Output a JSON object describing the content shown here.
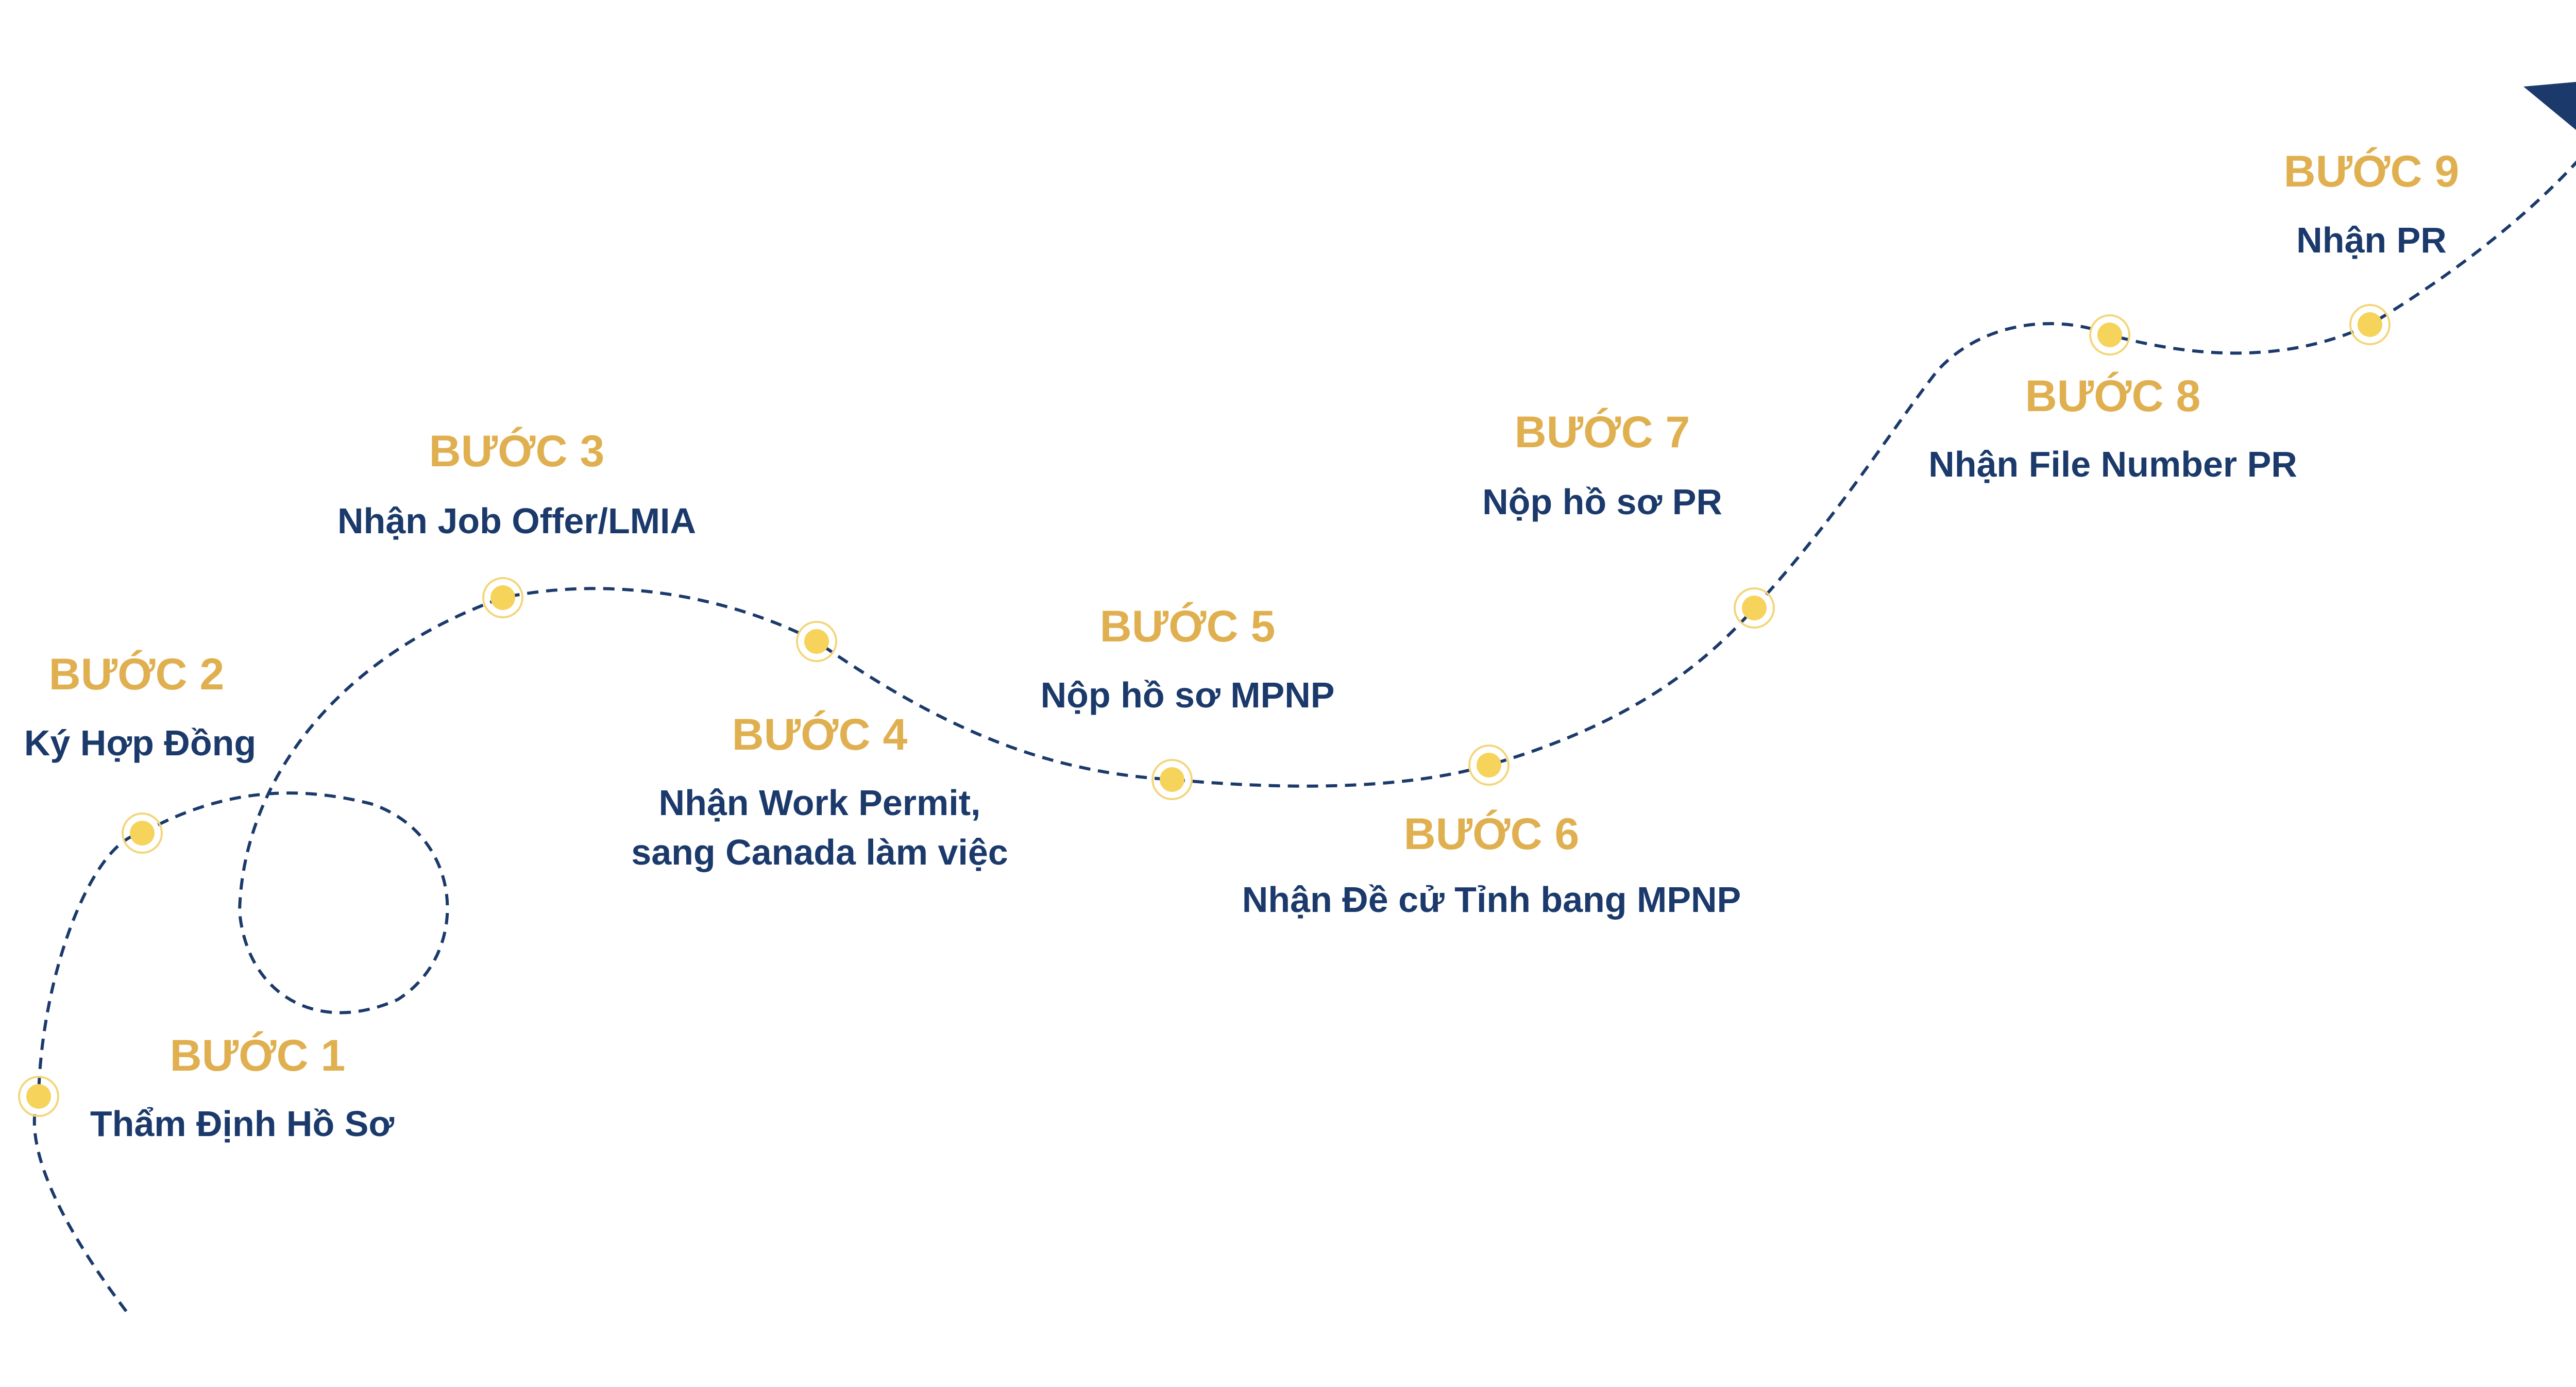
{
  "colors": {
    "step_title": "#E0B050",
    "step_desc": "#1B3A6B",
    "route": "#1B3A6B",
    "marker": "#F6D35A",
    "marker_ring": "#F3D67A",
    "arrow": "#1B3A6B"
  },
  "steps": [
    {
      "title": "BƯỚC 1",
      "desc": [
        "Thẩm Định Hồ Sơ"
      ]
    },
    {
      "title": "BƯỚC 2",
      "desc": [
        "Ký Hợp Đồng"
      ]
    },
    {
      "title": "BƯỚC 3",
      "desc": [
        "Nhận Job Offer/LMIA"
      ]
    },
    {
      "title": "BƯỚC 4",
      "desc": [
        "Nhận Work Permit,",
        "sang Canada làm việc"
      ]
    },
    {
      "title": "BƯỚC 5",
      "desc": [
        "Nộp hồ sơ MPNP"
      ]
    },
    {
      "title": "BƯỚC 6",
      "desc": [
        "Nhận Đề cử Tỉnh bang MPNP"
      ]
    },
    {
      "title": "BƯỚC 7",
      "desc": [
        "Nộp hồ sơ PR"
      ]
    },
    {
      "title": "BƯỚC 8",
      "desc": [
        "Nhận File Number PR"
      ]
    },
    {
      "title": "BƯỚC 9",
      "desc": [
        "Nhận PR"
      ]
    }
  ],
  "end_icon": "arrow-head-icon"
}
